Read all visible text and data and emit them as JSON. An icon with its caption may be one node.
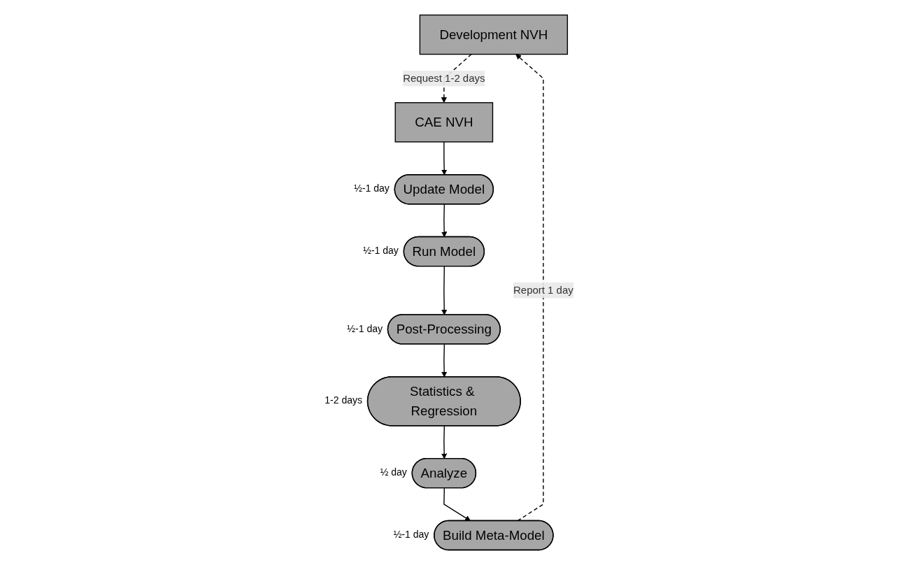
{
  "diagram": {
    "nodes": [
      {
        "text": [
          "Development NVH"
        ]
      },
      {
        "text": [
          "CAE NVH"
        ]
      },
      {
        "text": [
          "Update Model"
        ],
        "beside": [
          "½-1 day"
        ]
      },
      {
        "text": [
          "Run Model"
        ],
        "beside": [
          "½-1 day"
        ]
      },
      {
        "text": [
          "Post-Processing"
        ],
        "beside": [
          "½-1 day"
        ]
      },
      {
        "text": [
          "Statistics & Regression"
        ],
        "beside": [
          "1-2 days"
        ]
      },
      {
        "text": [
          "Analyze"
        ],
        "beside": [
          "½ day"
        ]
      },
      {
        "text": [
          "Build Meta-Model"
        ],
        "beside": [
          "½-1 day"
        ]
      }
    ],
    "edges": [
      {
        "from": 0,
        "to": 1,
        "arrow": "to",
        "style": "dashed",
        "label": "Request 1-2 days"
      },
      {
        "from": 1,
        "to": 2,
        "arrow": "to"
      },
      {
        "from": 2,
        "to": 3,
        "arrow": "to"
      },
      {
        "from": 3,
        "to": 4,
        "arrow": "to"
      },
      {
        "from": 4,
        "to": 5,
        "arrow": "to"
      },
      {
        "from": 5,
        "to": 6,
        "arrow": "to"
      },
      {
        "from": 6,
        "to": 7,
        "arrow": "to"
      },
      {
        "from": 7,
        "to": 0,
        "arrow": "to",
        "style": "dashed",
        "label": "Report 1 day"
      }
    ]
  }
}
